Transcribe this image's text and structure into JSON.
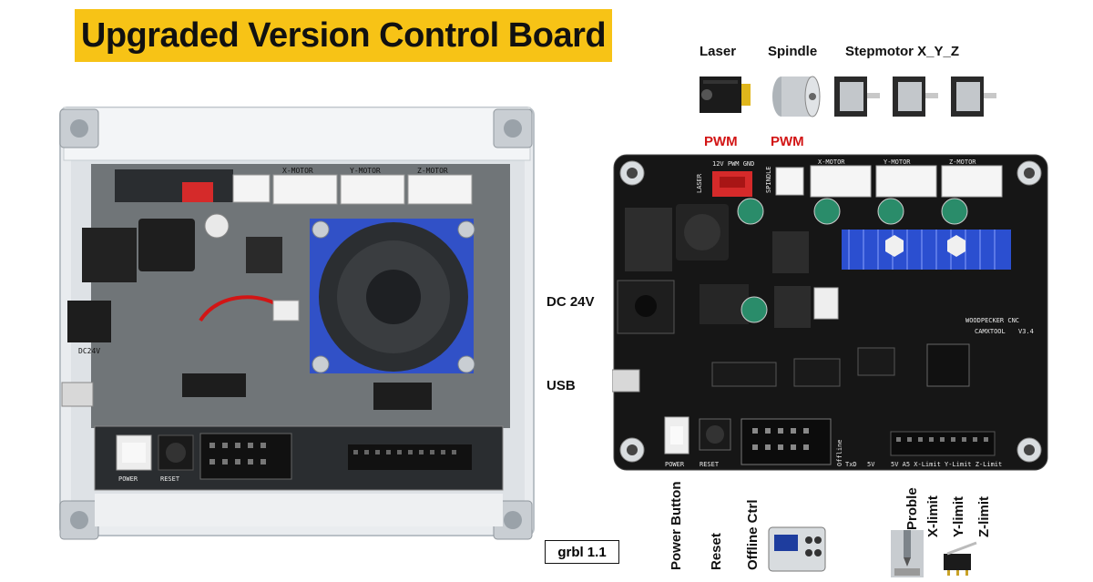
{
  "title": "Upgraded Version Control Board",
  "top_labels": {
    "laser": "Laser",
    "spindle": "Spindle",
    "stepmotor": "Stepmotor X_Y_Z"
  },
  "pwm_labels": [
    "PWM",
    "PWM"
  ],
  "side_labels": {
    "dc": "DC 24V",
    "usb": "USB"
  },
  "bottom_labels": {
    "power_button": "Power Button",
    "reset": "Reset",
    "offline_ctrl": "Offline Ctrl",
    "proble": "Proble",
    "x_limit": "X-limit",
    "y_limit": "Y-limit",
    "z_limit": "Z-limit"
  },
  "firmware": "grbl 1.1",
  "board_silkscreen": {
    "x_motor": "X-MOTOR",
    "y_motor": "Y-MOTOR",
    "z_motor": "Z-MOTOR",
    "spindle": "SPINDLE",
    "laser": "LASER",
    "brand": "WOODPECKER CNC",
    "product": "CAMXTOOL",
    "version": "V3.4",
    "power": "POWER",
    "reset": "RESET",
    "offline": "Offline",
    "dc24v": "DC24V",
    "txd": "TxD",
    "v5": "5V",
    "header_power": "12V PWM GND",
    "limits": "5V A5 X-Limit Y-Limit Z-Limit"
  },
  "colors": {
    "banner": "#f7c316",
    "pwm": "#d21515",
    "pcb": "#1a1a1a",
    "heatsink": "#2b4fd0"
  }
}
